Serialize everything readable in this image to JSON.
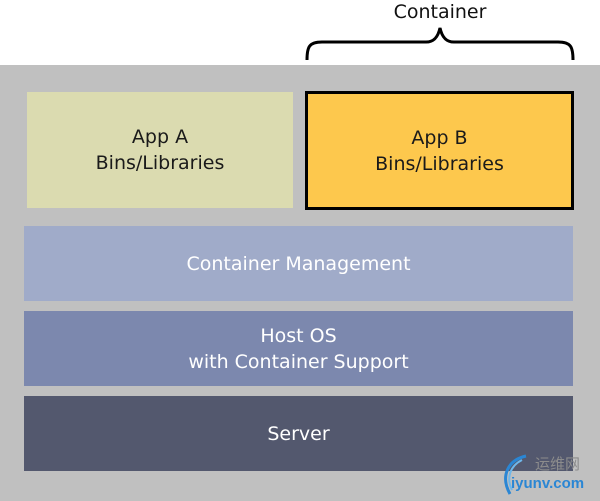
{
  "container_label": "Container",
  "apps": [
    {
      "name": "App A",
      "sub": "Bins/Libraries",
      "color": "#dbdbb0",
      "highlighted": false
    },
    {
      "name": "App B",
      "sub": "Bins/Libraries",
      "color": "#fdc84d",
      "highlighted": true
    }
  ],
  "layers": {
    "management": "Container Management",
    "host_os_line1": "Host OS",
    "host_os_line2": "with Container Support",
    "server": "Server"
  },
  "colors": {
    "background": "#c0c0c0",
    "management": "#a0abc9",
    "host_os": "#7c88ae",
    "server": "#53586e"
  },
  "watermark": {
    "cn_text": "运维网",
    "url": "iyunv.com",
    "icon": "swoosh-logo-icon"
  }
}
